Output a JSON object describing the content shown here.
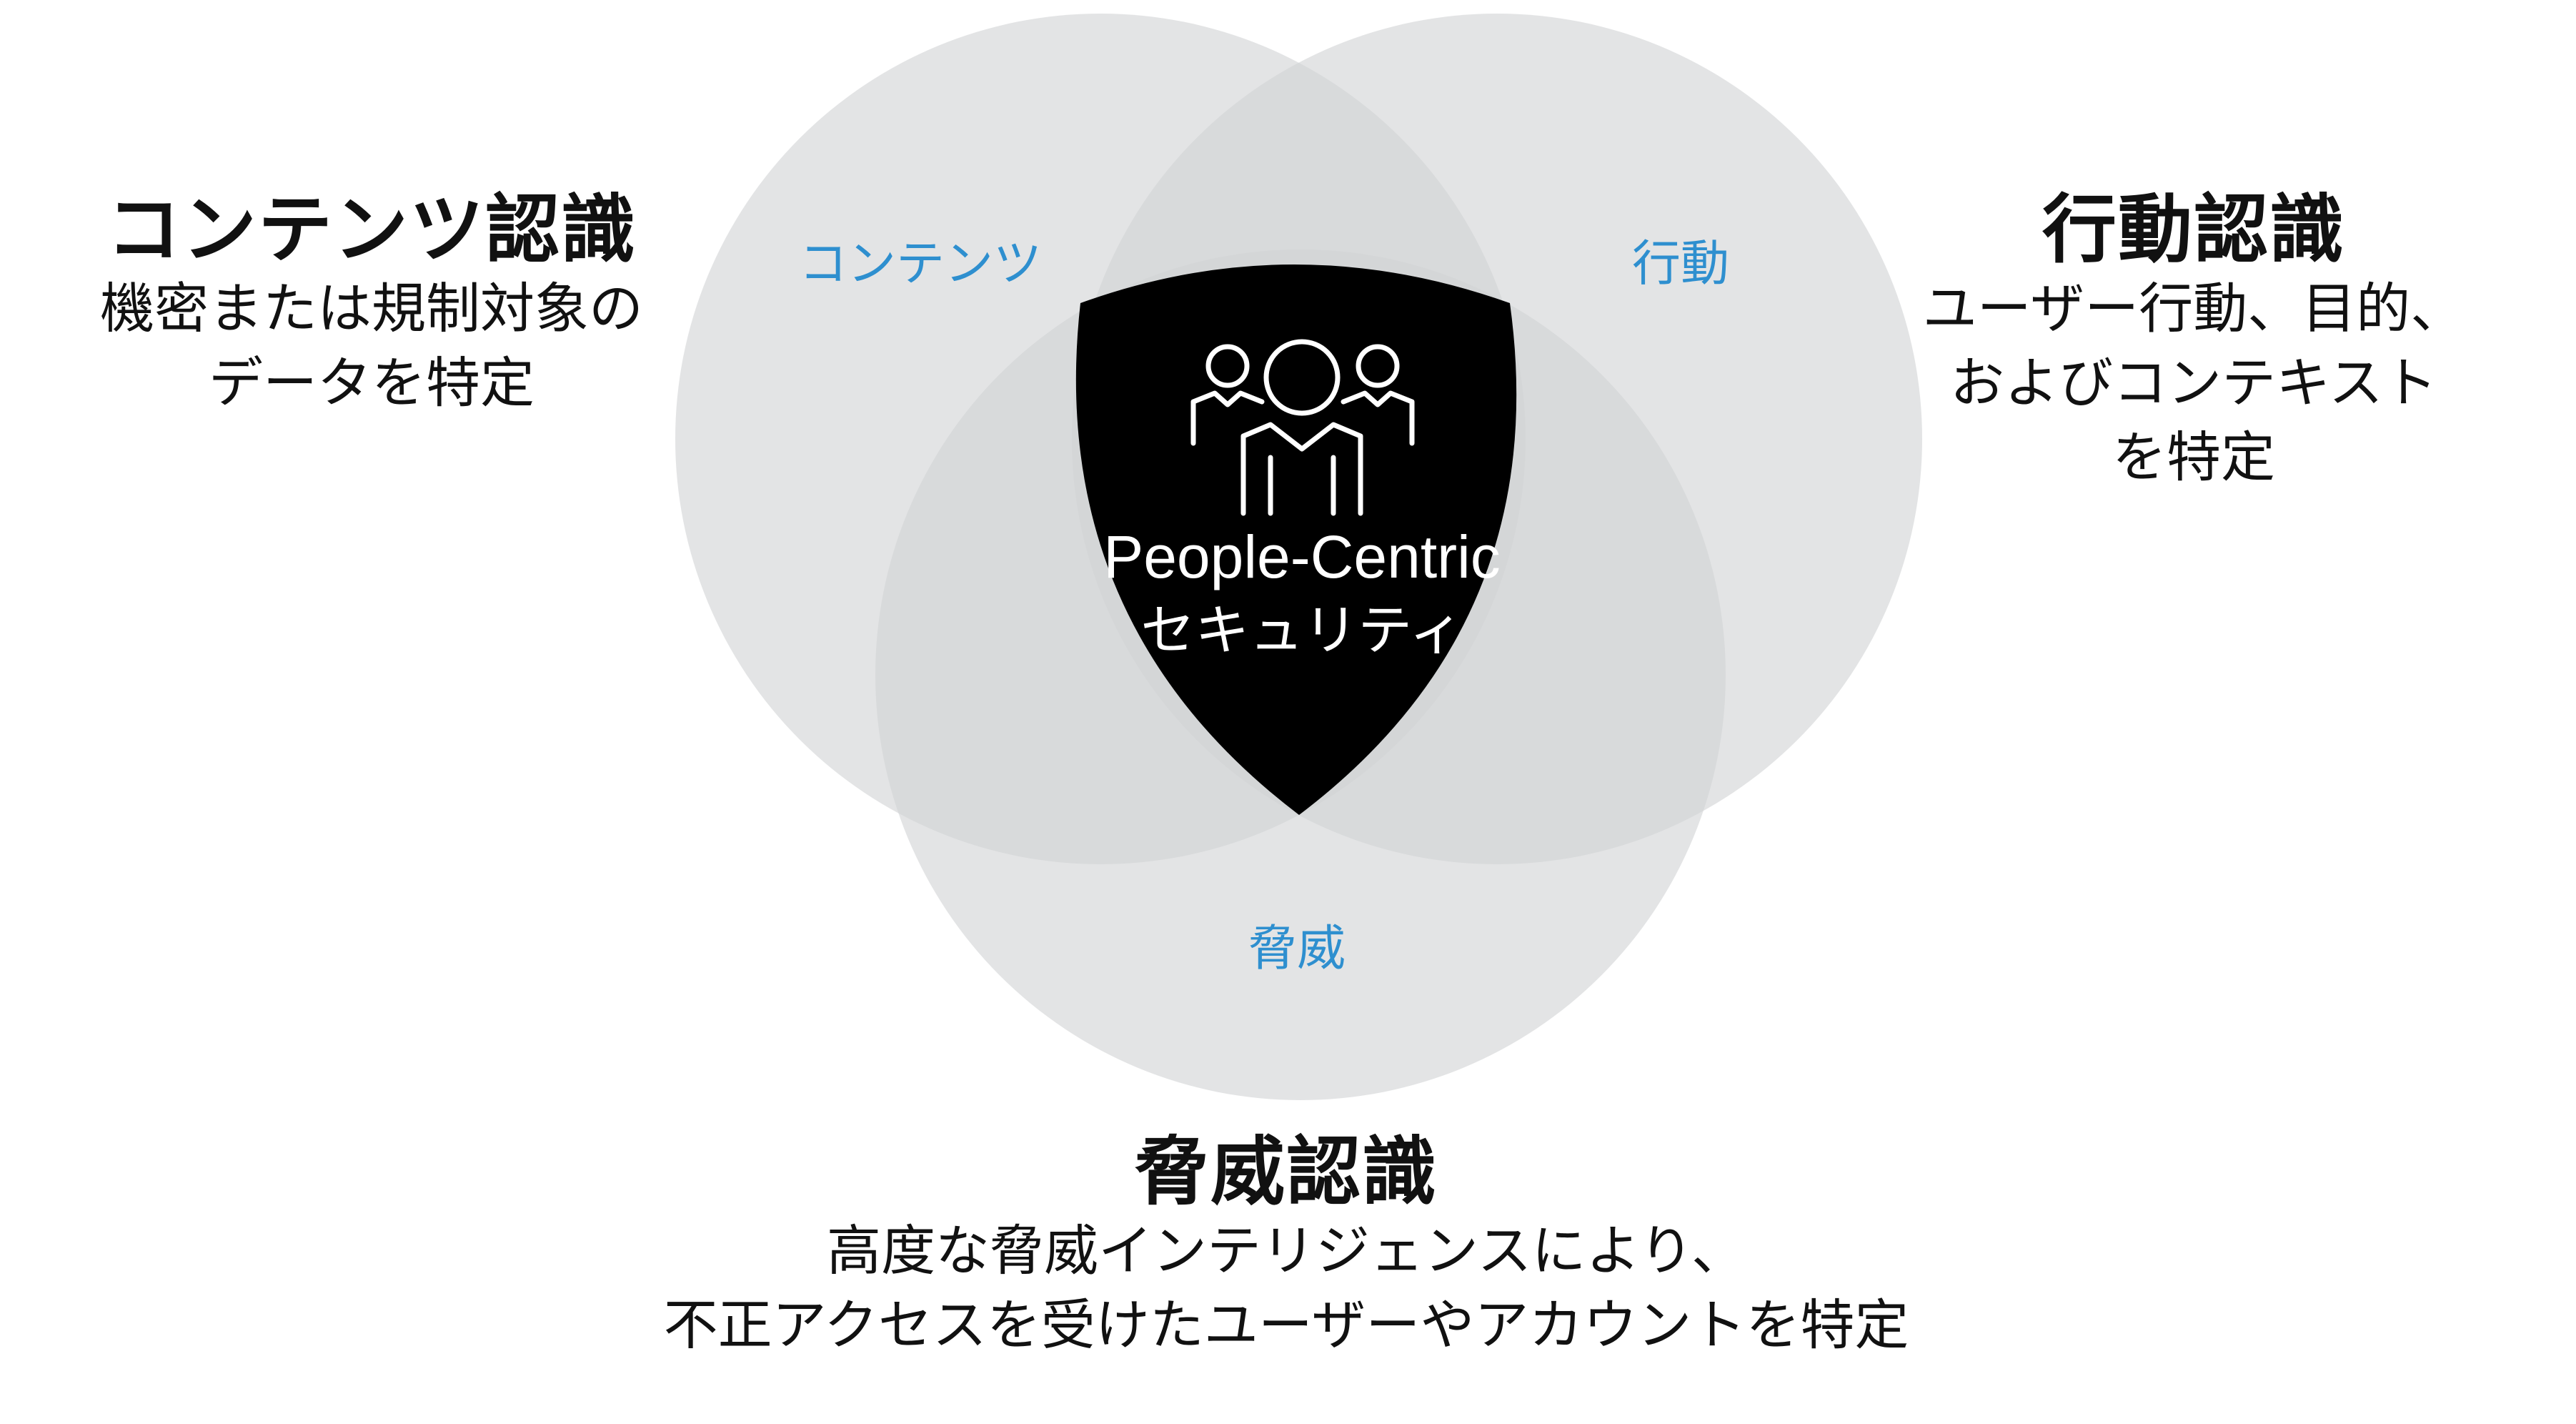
{
  "colors": {
    "circle_fill": "#d2d3d5",
    "circle_opacity": 0.62,
    "shield_fill": "#000000",
    "circle_label": "#2e8fcf",
    "text": "#111111",
    "icon_stroke": "#ffffff"
  },
  "circles": {
    "content_label": "コンテンツ",
    "behavior_label": "行動",
    "threat_label": "脅威"
  },
  "center": {
    "icon": "people-group-icon",
    "line1": "People-Centric",
    "line2": "セキュリティ"
  },
  "blocks": {
    "content": {
      "title": "コンテンツ認識",
      "line1": "機密または規制対象の",
      "line2": "データを特定"
    },
    "behavior": {
      "title": "行動認識",
      "line1": "ユーザー行動、目的、",
      "line2": "およびコンテキスト",
      "line3": "を特定"
    },
    "threat": {
      "title": "脅威認識",
      "line1": "高度な脅威インテリジェンスにより、",
      "line2": "不正アクセスを受けたユーザーやアカウントを特定"
    }
  }
}
